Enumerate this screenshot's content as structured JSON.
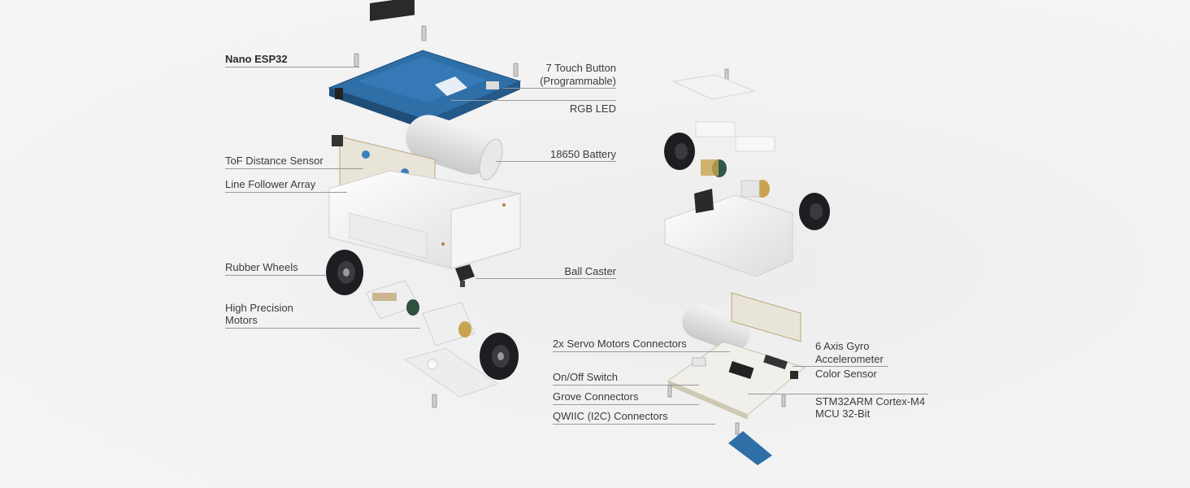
{
  "labels": {
    "nano_esp32": "Nano ESP32",
    "touch_button_1": "7 Touch Button",
    "touch_button_2": "(Programmable)",
    "rgb_led": "RGB LED",
    "battery": "18650 Battery",
    "tof_sensor": "ToF Distance Sensor",
    "line_follower": "Line Follower Array",
    "rubber_wheels": "Rubber Wheels",
    "ball_caster": "Ball Caster",
    "motors_1": "High Precision",
    "motors_2": "Motors",
    "servo_connectors": "2x Servo Motors Connectors",
    "gyro_1": "6 Axis Gyro",
    "gyro_2": "Accelerometer",
    "color_sensor": "Color Sensor",
    "on_off_switch": "On/Off Switch",
    "grove_connectors": "Grove Connectors",
    "qwiic_connectors": "QWIIC (I2C) Connectors",
    "mcu_1": "STM32ARM Cortex-M4",
    "mcu_2": "MCU 32-Bit"
  },
  "colors": {
    "background": "#f2f2f2",
    "pcb_blue": "#2f6fa8",
    "wheel_black": "#1e1e22",
    "chassis_white": "#fafafa",
    "leader_line": "#9a9a9a"
  }
}
